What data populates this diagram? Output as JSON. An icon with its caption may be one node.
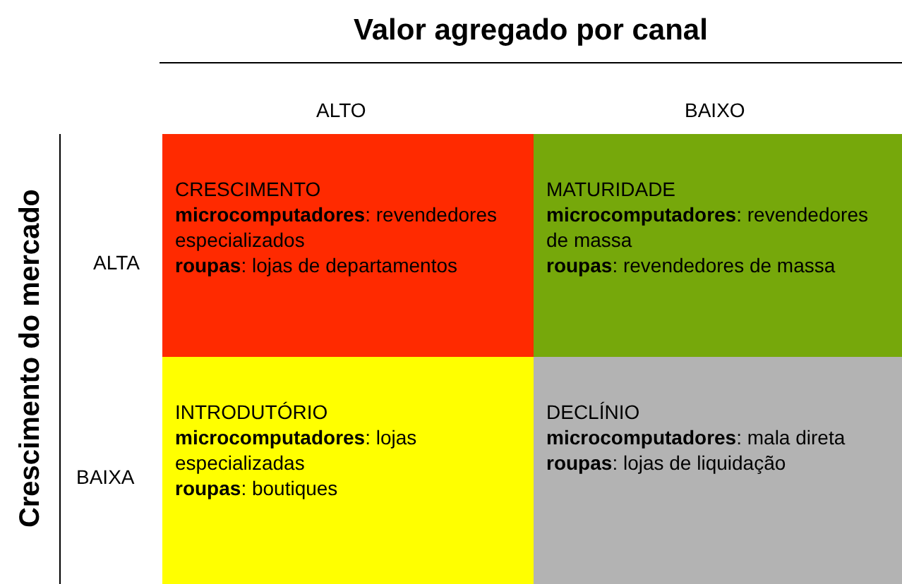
{
  "diagram": {
    "title": "Valor agregado por canal",
    "nodes": [
      {
        "text": [
          "CRESCIMENTO",
          "**microcomputadores**: revendedores especializados",
          "**roupas**: lojas de departamentos"
        ]
      },
      {
        "text": [
          "MATURIDADE",
          "**microcomputadores**: revendedores de massa",
          "**roupas**: revendedores de massa"
        ]
      },
      {
        "text": [
          "INTRODUTÓRIO",
          "**microcomputadores**: lojas especializadas",
          "**roupas**: boutiques"
        ]
      },
      {
        "text": [
          "DECLÍNIO",
          "**microcomputadores**: mala direta",
          "**roupas**: lojas de liquidação"
        ]
      }
    ],
    "labels": [
      "ALTO",
      "BAIXO",
      "Crescimento do mercado",
      "ALTA",
      "BAIXA"
    ]
  }
}
